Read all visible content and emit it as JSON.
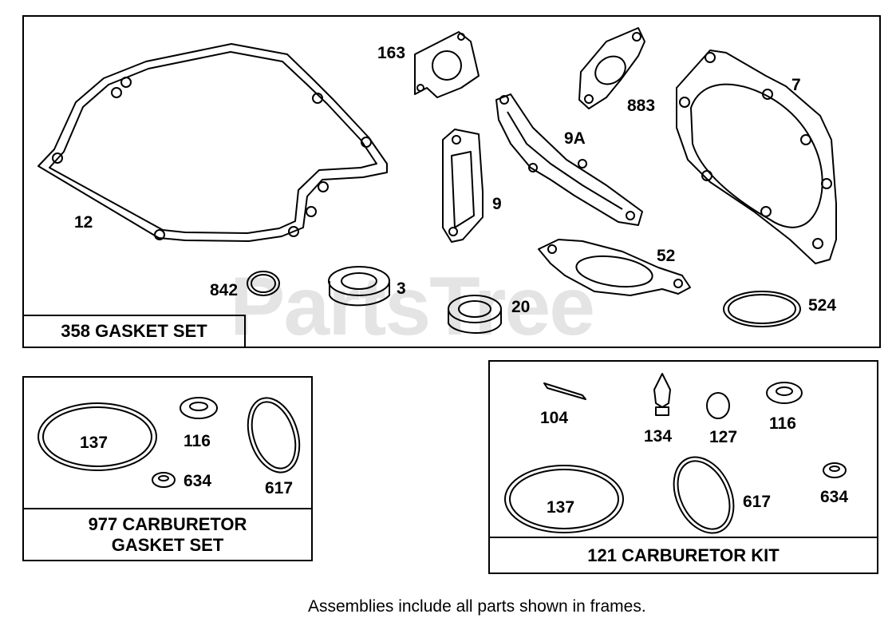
{
  "watermark": "PartsTree",
  "footnote": "Assemblies include all parts shown in frames.",
  "main_frame": {
    "caption": "358 GASKET SET",
    "labels": {
      "p12": "12",
      "p163": "163",
      "p883": "883",
      "p7": "7",
      "p9a": "9A",
      "p9": "9",
      "p52": "52",
      "p842": "842",
      "p3": "3",
      "p20": "20",
      "p524": "524"
    }
  },
  "carb_gasket_frame": {
    "caption_line1": "977 CARBURETOR",
    "caption_line2": "GASKET SET",
    "labels": {
      "p137": "137",
      "p116": "116",
      "p634": "634",
      "p617": "617"
    }
  },
  "carb_kit_frame": {
    "caption": "121 CARBURETOR KIT",
    "labels": {
      "p104": "104",
      "p134": "134",
      "p127": "127",
      "p116": "116",
      "p137": "137",
      "p617": "617",
      "p634": "634"
    }
  }
}
